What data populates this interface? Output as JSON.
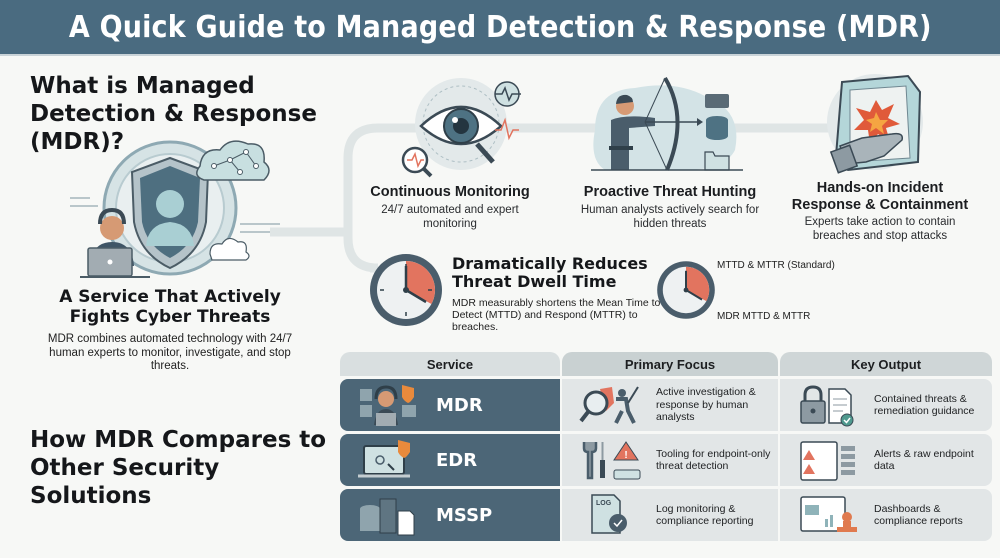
{
  "header": {
    "title": "A Quick Guide to Managed Detection & Response (MDR)"
  },
  "intro": {
    "title": "What is Managed Detection & Response (MDR)?",
    "service_title": "A Service That Actively Fights Cyber Threats",
    "service_desc": "MDR combines automated technology with 24/7 human experts to monitor, investigate, and stop threats."
  },
  "features": [
    {
      "title": "Continuous Monitoring",
      "desc": "24/7 automated and expert monitoring",
      "icon": "eye-monitoring-icon"
    },
    {
      "title": "Proactive Threat Hunting",
      "desc": "Human analysts actively search for hidden threats",
      "icon": "archer-threat-hunting-icon"
    },
    {
      "title": "Hands-on Incident Response & Containment",
      "desc": "Experts take action to contain breaches and stop attacks",
      "icon": "robotic-hand-containment-icon"
    }
  ],
  "dwell": {
    "title": "Dramatically Reduces Threat Dwell Time",
    "desc": "MDR measurably shortens the Mean Time to Detect (MTTD) and Respond (MTTR) to breaches.",
    "legend_standard": "MTTD & MTTR (Standard)",
    "legend_mdr": "MDR MTTD & MTTR",
    "clock_highlight_fraction": 0.33
  },
  "compare": {
    "title": "How MDR Compares to Other Security Solutions",
    "headers": [
      "Service",
      "Primary Focus",
      "Key Output"
    ],
    "rows": [
      {
        "service": "MDR",
        "service_icon": "analyst-headset-icon",
        "focus": "Active investigation & response by human analysts",
        "focus_icon": "magnifier-fighter-icon",
        "output": "Contained threats & remediation guidance",
        "output_icon": "lock-document-check-icon"
      },
      {
        "service": "EDR",
        "service_icon": "laptop-shield-icon",
        "focus": "Tooling for endpoint-only threat detection",
        "focus_icon": "tools-alert-icon",
        "output": "Alerts & raw endpoint data",
        "output_icon": "alerts-list-icon"
      },
      {
        "service": "MSSP",
        "service_icon": "server-database-icon",
        "focus": "Log monitoring & compliance reporting",
        "focus_icon": "log-certificate-icon",
        "output": "Dashboards & compliance reports",
        "output_icon": "dashboard-stamp-icon"
      }
    ]
  },
  "colors": {
    "header": "#4a6b80",
    "accent_red": "#e2745f",
    "service_cell": "#4c6677",
    "orange": "#e98a3c"
  }
}
